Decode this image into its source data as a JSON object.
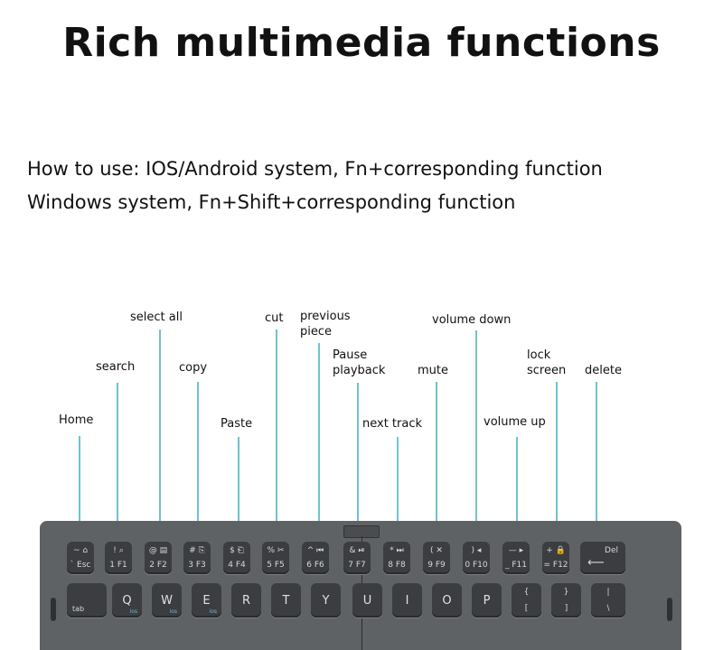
{
  "title": "Rich multimedia functions",
  "howto": {
    "line1": "How to use: IOS/Android system, Fn+corresponding function",
    "line2": "Windows system, Fn+Shift+corresponding function"
  },
  "callouts": {
    "home": "Home",
    "search": "search",
    "select_all": "select all",
    "copy": "copy",
    "paste": "Paste",
    "cut": "cut",
    "previous_piece": "previous piece",
    "pause_playback": "Pause playback",
    "next_track": "next track",
    "mute": "mute",
    "volume_down": "volume down",
    "volume_up": "volume up",
    "lock_screen": "lock screen",
    "delete": "delete"
  },
  "keyboard": {
    "number_row": [
      {
        "top": "~ ⌂",
        "bottom": "` Esc"
      },
      {
        "top": "! ⌕",
        "bottom": "1 F1"
      },
      {
        "top": "@ ▤",
        "bottom": "2 F2"
      },
      {
        "top": "# ⎘",
        "bottom": "3 F3"
      },
      {
        "top": "$ ⎗",
        "bottom": "4 F4"
      },
      {
        "top": "% ✂",
        "bottom": "5 F5"
      },
      {
        "top": "^ ⏮",
        "bottom": "6 F6"
      },
      {
        "top": "& ⏯",
        "bottom": "7 F7"
      },
      {
        "top": "* ⏭",
        "bottom": "8 F8"
      },
      {
        "top": "( ✕",
        "bottom": "9 F9"
      },
      {
        "top": ") ◂",
        "bottom": "0 F10"
      },
      {
        "top": "— ▸",
        "bottom": "_ F11"
      },
      {
        "top": "+ 🔒",
        "bottom": "= F12"
      }
    ],
    "delete_key": {
      "top": "Del",
      "bottom": "⟵"
    },
    "tab_key": "tab",
    "letter_row": [
      "Q",
      "W",
      "E",
      "R",
      "T",
      "Y",
      "U",
      "I",
      "O",
      "P"
    ],
    "letter_sub": [
      "ios",
      "ios",
      "ios",
      "",
      "",
      "",
      "",
      "",
      "",
      ""
    ],
    "bracket_keys": [
      {
        "top": "{",
        "bottom": "["
      },
      {
        "top": "}",
        "bottom": "]"
      },
      {
        "top": "|",
        "bottom": "\\"
      }
    ]
  }
}
